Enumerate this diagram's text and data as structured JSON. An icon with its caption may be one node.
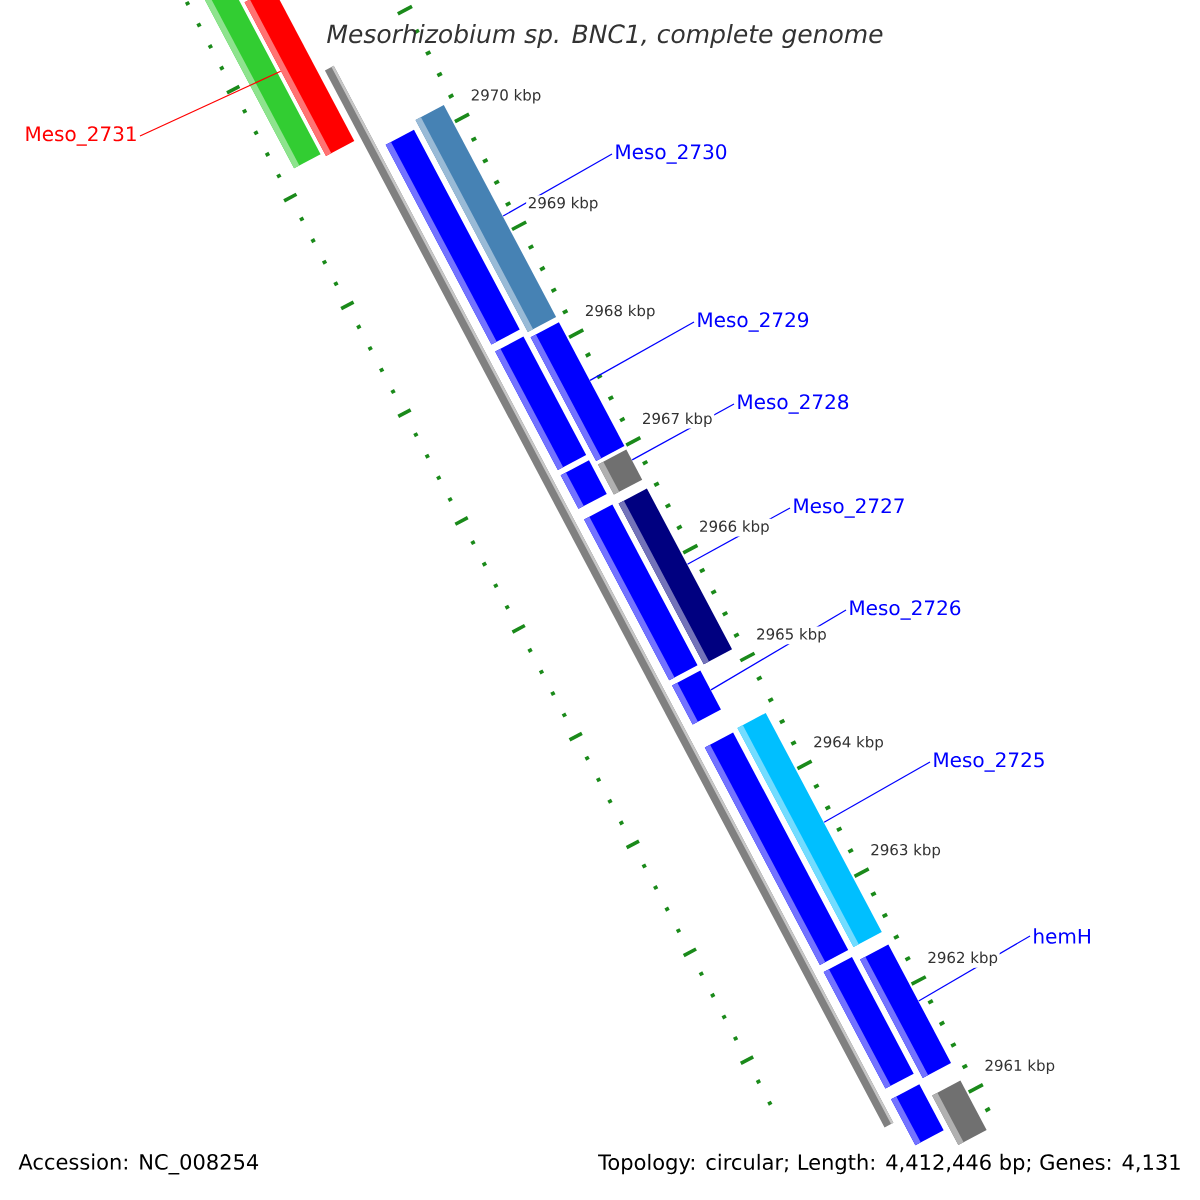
{
  "diagram": {
    "title": "Mesorhizobium sp. BNC1, complete genome",
    "nodes": [
      {
        "text": [
          "Meso_2731"
        ]
      },
      {
        "text": [],
        "shape": "bar"
      },
      {
        "text": [
          "Meso_2730"
        ]
      },
      {
        "text": [],
        "shape": "bar"
      },
      {
        "text": [
          "Meso_2729"
        ]
      },
      {
        "text": [],
        "shape": "bar"
      },
      {
        "text": [
          "Meso_2728"
        ]
      },
      {
        "text": [],
        "shape": "bar"
      },
      {
        "text": [
          "Meso_2727"
        ]
      },
      {
        "text": [],
        "shape": "bar"
      },
      {
        "text": [
          "Meso_2726"
        ]
      },
      {
        "text": [],
        "shape": "bar"
      },
      {
        "text": [
          "Meso_2725"
        ]
      },
      {
        "text": [],
        "shape": "bar"
      },
      {
        "text": [
          "hemH"
        ]
      },
      {
        "text": [],
        "shape": "bar"
      },
      {
        "text": [],
        "shape": "bar"
      },
      {
        "text": [],
        "shape": "bar"
      },
      {
        "text": [],
        "shape": "bar"
      },
      {
        "text": [],
        "shape": "bar"
      },
      {
        "text": [],
        "shape": "bar"
      },
      {
        "text": [],
        "shape": "bar"
      },
      {
        "text": [],
        "shape": "bar"
      },
      {
        "text": [],
        "shape": "bar"
      },
      {
        "text": [],
        "shape": "bar"
      }
    ],
    "edges": [
      {
        "from": 0,
        "to": 1,
        "arrow": "none",
        "color": "#ff0000"
      },
      {
        "from": 2,
        "to": 3,
        "arrow": "none"
      },
      {
        "from": 4,
        "to": 5,
        "arrow": "none"
      },
      {
        "from": 6,
        "to": 7,
        "arrow": "none"
      },
      {
        "from": 8,
        "to": 9,
        "arrow": "none"
      },
      {
        "from": 10,
        "to": 11,
        "arrow": "none"
      },
      {
        "from": 12,
        "to": 13,
        "arrow": "none"
      },
      {
        "from": 14,
        "to": 15,
        "arrow": "none"
      }
    ],
    "labels": [
      "2970 kbp",
      "2969 kbp",
      "2968 kbp",
      "2967 kbp",
      "2966 kbp",
      "2965 kbp",
      "2964 kbp",
      "2963 kbp",
      "2962 kbp",
      "2961 kbp",
      "Accession: NC_008254",
      "Topology: circular; Length: 4,412,446 bp; Genes: 4,131"
    ]
  }
}
